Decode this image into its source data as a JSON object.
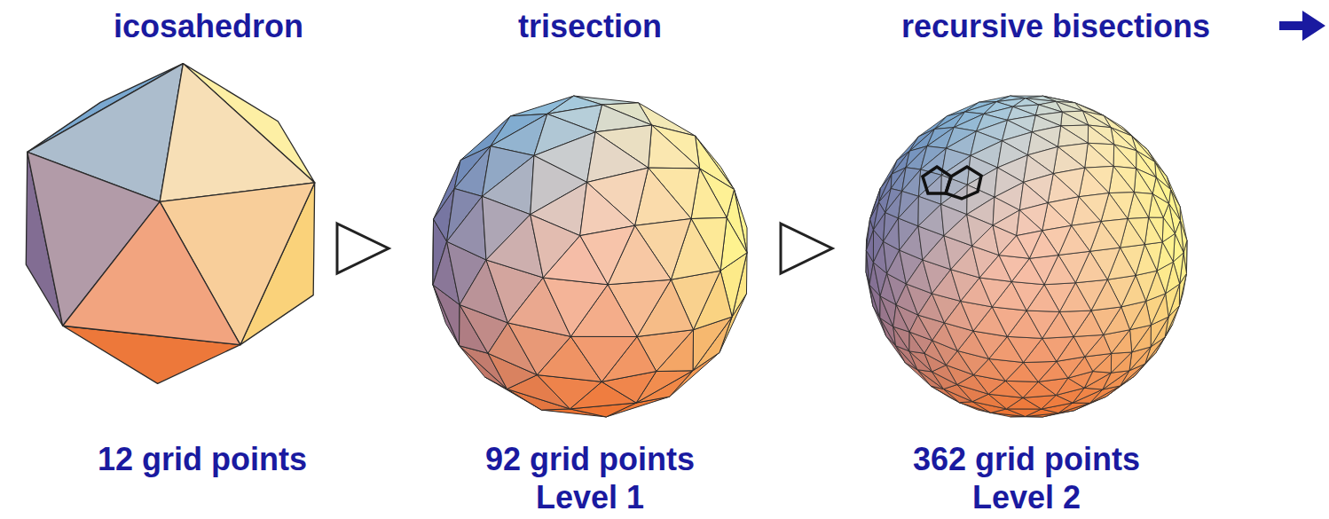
{
  "diagram": {
    "labels": [
      "icosahedron",
      "trisection",
      "recursive bisections",
      "12 grid points",
      "92 grid points",
      "362 grid points",
      "Level 1",
      "Level 2"
    ]
  }
}
